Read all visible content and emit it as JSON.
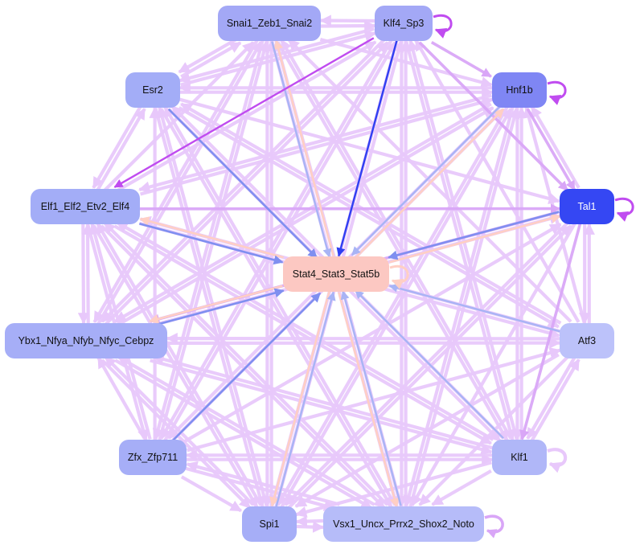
{
  "graph": {
    "title": "Transcription factor regulatory network",
    "colors": {
      "edge_light": "#e8c8fb",
      "edge_mid": "#d9a6f7",
      "edge_strong": "#c04cf0",
      "edge_blue": "#7f8ff0",
      "edge_blue_light": "#a8b4f5",
      "edge_blue_dark": "#2f3ff2",
      "edge_salmon": "#ffcfc4"
    },
    "nodes": [
      {
        "id": "snai1",
        "label": "Snai1_Zeb1_Snai2",
        "fill": "#a3a8f6",
        "text": "#111111"
      },
      {
        "id": "klf4",
        "label": "Klf4_Sp3",
        "fill": "#a3a8f6",
        "text": "#111111"
      },
      {
        "id": "hnf1b",
        "label": "Hnf1b",
        "fill": "#7f86f4",
        "text": "#111111"
      },
      {
        "id": "tal1",
        "label": "Tal1",
        "fill": "#3547f3",
        "text": "#ffffff"
      },
      {
        "id": "esr2",
        "label": "Esr2",
        "fill": "#a3adf7",
        "text": "#111111"
      },
      {
        "id": "elf1",
        "label": "Elf1_Elf2_Etv2_Elf4",
        "fill": "#a3adf7",
        "text": "#111111"
      },
      {
        "id": "stat4",
        "label": "Stat4_Stat3_Stat5b",
        "fill": "#fcc8c2",
        "text": "#111111"
      },
      {
        "id": "ybx1",
        "label": "Ybx1_Nfya_Nfyb_Nfyc_Cebpz",
        "fill": "#a6aef7",
        "text": "#111111"
      },
      {
        "id": "atf3",
        "label": "Atf3",
        "fill": "#bcc2fa",
        "text": "#111111"
      },
      {
        "id": "zfx",
        "label": "Zfx_Zfp711",
        "fill": "#a6aef7",
        "text": "#111111"
      },
      {
        "id": "klf1",
        "label": "Klf1",
        "fill": "#b0b7f8",
        "text": "#111111"
      },
      {
        "id": "spi1",
        "label": "Spi1",
        "fill": "#a6aef7",
        "text": "#111111"
      },
      {
        "id": "vsx1",
        "label": "Vsx1_Uncx_Prrx2_Shox2_Noto",
        "fill": "#b6bcf9",
        "text": "#111111"
      }
    ],
    "edges": [
      {
        "from": "esr2",
        "to": "elf1",
        "style": "light"
      },
      {
        "from": "elf1",
        "to": "esr2",
        "style": "light"
      },
      {
        "from": "klf4",
        "to": "elf1",
        "style": "strong"
      },
      {
        "from": "esr2",
        "to": "stat4",
        "style": "blue"
      },
      {
        "from": "snai1",
        "to": "stat4",
        "style": "blue_light"
      },
      {
        "from": "klf4",
        "to": "stat4",
        "style": "blue_dark"
      },
      {
        "from": "hnf1b",
        "to": "stat4",
        "style": "blue_light"
      },
      {
        "from": "stat4",
        "to": "hnf1b",
        "style": "salmon"
      },
      {
        "from": "tal1",
        "to": "stat4",
        "style": "blue"
      },
      {
        "from": "stat4",
        "to": "tal1",
        "style": "salmon"
      },
      {
        "from": "elf1",
        "to": "stat4",
        "style": "blue"
      },
      {
        "from": "stat4",
        "to": "elf1",
        "style": "salmon"
      },
      {
        "from": "atf3",
        "to": "stat4",
        "style": "blue_light"
      },
      {
        "from": "ybx1",
        "to": "stat4",
        "style": "blue"
      },
      {
        "from": "stat4",
        "to": "ybx1",
        "style": "salmon"
      },
      {
        "from": "zfx",
        "to": "stat4",
        "style": "blue"
      },
      {
        "from": "klf1",
        "to": "stat4",
        "style": "blue_light"
      },
      {
        "from": "spi1",
        "to": "stat4",
        "style": "blue_light"
      },
      {
        "from": "stat4",
        "to": "spi1",
        "style": "salmon"
      },
      {
        "from": "vsx1",
        "to": "stat4",
        "style": "blue_light"
      },
      {
        "from": "stat4",
        "to": "vsx1",
        "style": "salmon"
      },
      {
        "from": "stat4",
        "to": "snai1",
        "style": "salmon"
      },
      {
        "from": "klf4",
        "to": "tal1",
        "style": "mid"
      },
      {
        "from": "hnf1b",
        "to": "tal1",
        "style": "mid"
      },
      {
        "from": "tal1",
        "to": "hnf1b",
        "style": "light"
      },
      {
        "from": "elf1",
        "to": "tal1",
        "style": "mid"
      },
      {
        "from": "snai1",
        "to": "klf4",
        "style": "light"
      },
      {
        "from": "klf4",
        "to": "snai1",
        "style": "light"
      },
      {
        "from": "snai1",
        "to": "hnf1b",
        "style": "light"
      },
      {
        "from": "klf4",
        "to": "hnf1b",
        "style": "mid"
      },
      {
        "from": "esr2",
        "to": "hnf1b",
        "style": "light"
      },
      {
        "from": "esr2",
        "to": "klf4",
        "style": "light"
      },
      {
        "from": "esr2",
        "to": "snai1",
        "style": "light"
      },
      {
        "from": "elf1",
        "to": "hnf1b",
        "style": "light"
      },
      {
        "from": "elf1",
        "to": "snai1",
        "style": "light"
      },
      {
        "from": "elf1",
        "to": "klf4",
        "style": "light"
      },
      {
        "from": "elf1",
        "to": "ybx1",
        "style": "light"
      },
      {
        "from": "ybx1",
        "to": "elf1",
        "style": "light"
      },
      {
        "from": "ybx1",
        "to": "hnf1b",
        "style": "light"
      },
      {
        "from": "ybx1",
        "to": "tal1",
        "style": "light"
      },
      {
        "from": "ybx1",
        "to": "atf3",
        "style": "light"
      },
      {
        "from": "atf3",
        "to": "ybx1",
        "style": "light"
      },
      {
        "from": "ybx1",
        "to": "klf4",
        "style": "light"
      },
      {
        "from": "ybx1",
        "to": "snai1",
        "style": "light"
      },
      {
        "from": "zfx",
        "to": "ybx1",
        "style": "light"
      },
      {
        "from": "zfx",
        "to": "esr2",
        "style": "light"
      },
      {
        "from": "zfx",
        "to": "elf1",
        "style": "light"
      },
      {
        "from": "zfx",
        "to": "hnf1b",
        "style": "light"
      },
      {
        "from": "zfx",
        "to": "klf4",
        "style": "light"
      },
      {
        "from": "zfx",
        "to": "snai1",
        "style": "light"
      },
      {
        "from": "zfx",
        "to": "tal1",
        "style": "light"
      },
      {
        "from": "zfx",
        "to": "atf3",
        "style": "light"
      },
      {
        "from": "zfx",
        "to": "klf1",
        "style": "light"
      },
      {
        "from": "klf1",
        "to": "zfx",
        "style": "light"
      },
      {
        "from": "zfx",
        "to": "spi1",
        "style": "light"
      },
      {
        "from": "zfx",
        "to": "vsx1",
        "style": "light"
      },
      {
        "from": "klf1",
        "to": "atf3",
        "style": "light"
      },
      {
        "from": "atf3",
        "to": "klf1",
        "style": "light"
      },
      {
        "from": "tal1",
        "to": "klf1",
        "style": "mid"
      },
      {
        "from": "hnf1b",
        "to": "klf1",
        "style": "light"
      },
      {
        "from": "klf1",
        "to": "hnf1b",
        "style": "light"
      },
      {
        "from": "klf1",
        "to": "klf4",
        "style": "light"
      },
      {
        "from": "klf1",
        "to": "snai1",
        "style": "light"
      },
      {
        "from": "klf1",
        "to": "esr2",
        "style": "light"
      },
      {
        "from": "klf1",
        "to": "elf1",
        "style": "light"
      },
      {
        "from": "klf1",
        "to": "ybx1",
        "style": "light"
      },
      {
        "from": "klf1",
        "to": "spi1",
        "style": "light"
      },
      {
        "from": "klf1",
        "to": "vsx1",
        "style": "light"
      },
      {
        "from": "atf3",
        "to": "hnf1b",
        "style": "light"
      },
      {
        "from": "atf3",
        "to": "tal1",
        "style": "light"
      },
      {
        "from": "atf3",
        "to": "klf4",
        "style": "light"
      },
      {
        "from": "atf3",
        "to": "snai1",
        "style": "light"
      },
      {
        "from": "atf3",
        "to": "esr2",
        "style": "light"
      },
      {
        "from": "atf3",
        "to": "elf1",
        "style": "light"
      },
      {
        "from": "atf3",
        "to": "spi1",
        "style": "light"
      },
      {
        "from": "atf3",
        "to": "vsx1",
        "style": "light"
      },
      {
        "from": "tal1",
        "to": "ybx1",
        "style": "mid"
      },
      {
        "from": "tal1",
        "to": "atf3",
        "style": "light"
      },
      {
        "from": "tal1",
        "to": "spi1",
        "style": "light"
      },
      {
        "from": "tal1",
        "to": "vsx1",
        "style": "light"
      },
      {
        "from": "spi1",
        "to": "vsx1",
        "style": "light"
      },
      {
        "from": "vsx1",
        "to": "spi1",
        "style": "light"
      },
      {
        "from": "spi1",
        "to": "hnf1b",
        "style": "light"
      },
      {
        "from": "spi1",
        "to": "tal1",
        "style": "light"
      },
      {
        "from": "spi1",
        "to": "klf4",
        "style": "light"
      },
      {
        "from": "spi1",
        "to": "snai1",
        "style": "light"
      },
      {
        "from": "spi1",
        "to": "esr2",
        "style": "light"
      },
      {
        "from": "spi1",
        "to": "elf1",
        "style": "light"
      },
      {
        "from": "spi1",
        "to": "ybx1",
        "style": "light"
      },
      {
        "from": "vsx1",
        "to": "hnf1b",
        "style": "light"
      },
      {
        "from": "vsx1",
        "to": "klf4",
        "style": "light"
      },
      {
        "from": "vsx1",
        "to": "snai1",
        "style": "light"
      },
      {
        "from": "vsx1",
        "to": "esr2",
        "style": "light"
      },
      {
        "from": "vsx1",
        "to": "elf1",
        "style": "light"
      },
      {
        "from": "vsx1",
        "to": "ybx1",
        "style": "light"
      },
      {
        "from": "vsx1",
        "to": "zfx",
        "style": "light"
      },
      {
        "from": "esr2",
        "to": "spi1",
        "style": "light"
      },
      {
        "from": "esr2",
        "to": "vsx1",
        "style": "light"
      },
      {
        "from": "esr2",
        "to": "klf1",
        "style": "light"
      },
      {
        "from": "esr2",
        "to": "atf3",
        "style": "light"
      },
      {
        "from": "esr2",
        "to": "tal1",
        "style": "light"
      },
      {
        "from": "snai1",
        "to": "spi1",
        "style": "light"
      },
      {
        "from": "snai1",
        "to": "vsx1",
        "style": "light"
      },
      {
        "from": "snai1",
        "to": "klf1",
        "style": "light"
      },
      {
        "from": "snai1",
        "to": "zfx",
        "style": "light"
      },
      {
        "from": "snai1",
        "to": "ybx1",
        "style": "light"
      },
      {
        "from": "snai1",
        "to": "esr2",
        "style": "light"
      },
      {
        "from": "klf4",
        "to": "spi1",
        "style": "light"
      },
      {
        "from": "klf4",
        "to": "vsx1",
        "style": "light"
      },
      {
        "from": "klf4",
        "to": "klf1",
        "style": "light"
      },
      {
        "from": "klf4",
        "to": "zfx",
        "style": "light"
      },
      {
        "from": "klf4",
        "to": "ybx1",
        "style": "light"
      },
      {
        "from": "klf4",
        "to": "esr2",
        "style": "light"
      },
      {
        "from": "hnf1b",
        "to": "spi1",
        "style": "light"
      },
      {
        "from": "hnf1b",
        "to": "vsx1",
        "style": "light"
      },
      {
        "from": "hnf1b",
        "to": "zfx",
        "style": "light"
      },
      {
        "from": "hnf1b",
        "to": "ybx1",
        "style": "light"
      },
      {
        "from": "hnf1b",
        "to": "elf1",
        "style": "light"
      },
      {
        "from": "hnf1b",
        "to": "esr2",
        "style": "light"
      },
      {
        "from": "elf1",
        "to": "spi1",
        "style": "light"
      },
      {
        "from": "elf1",
        "to": "vsx1",
        "style": "light"
      },
      {
        "from": "elf1",
        "to": "klf1",
        "style": "light"
      },
      {
        "from": "elf1",
        "to": "zfx",
        "style": "light"
      },
      {
        "from": "elf1",
        "to": "atf3",
        "style": "light"
      },
      {
        "from": "ybx1",
        "to": "spi1",
        "style": "light"
      },
      {
        "from": "ybx1",
        "to": "vsx1",
        "style": "light"
      },
      {
        "from": "ybx1",
        "to": "klf1",
        "style": "light"
      }
    ],
    "self_loops": [
      {
        "node": "klf4",
        "style": "strong"
      },
      {
        "node": "hnf1b",
        "style": "strong"
      },
      {
        "node": "tal1",
        "style": "strong"
      },
      {
        "node": "stat4",
        "style": "salmon"
      },
      {
        "node": "klf1",
        "style": "light"
      },
      {
        "node": "vsx1",
        "style": "mid"
      }
    ]
  }
}
